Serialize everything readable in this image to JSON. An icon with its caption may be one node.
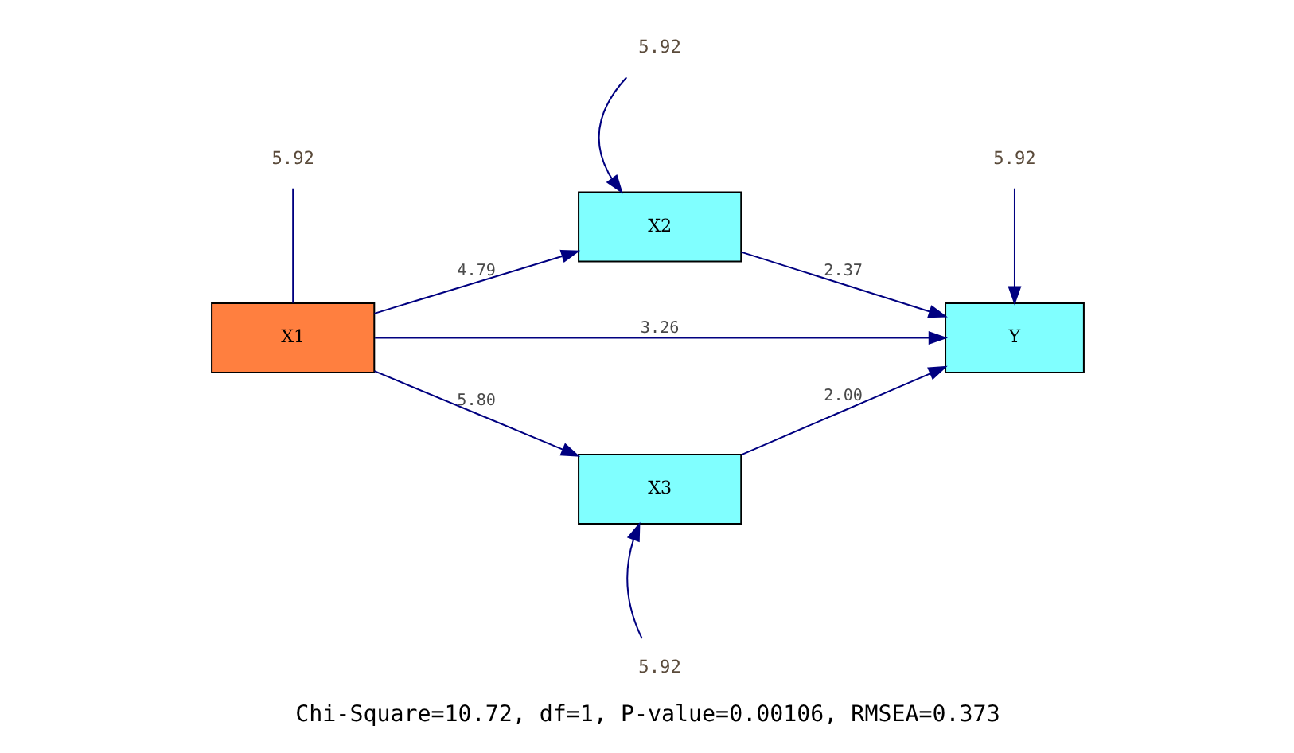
{
  "diagram": {
    "caption": "Chi-Square=10.72, df=1, P-value=0.00106, RMSEA=0.373",
    "nodes": [
      {
        "text": [
          "5.92"
        ]
      },
      {
        "text": [
          "X1"
        ]
      },
      {
        "text": [
          "5.92"
        ]
      },
      {
        "text": [
          "X2"
        ]
      },
      {
        "text": [
          "5.92"
        ]
      },
      {
        "text": [
          "Y"
        ]
      },
      {
        "text": [
          "X3"
        ]
      },
      {
        "text": [
          "5.92"
        ]
      }
    ],
    "edges": [
      {
        "from": 0,
        "to": 1,
        "arrow": "none"
      },
      {
        "from": 2,
        "to": 3,
        "arrow": "to"
      },
      {
        "from": 4,
        "to": 5,
        "arrow": "to"
      },
      {
        "from": 7,
        "to": 6,
        "arrow": "to"
      },
      {
        "from": 1,
        "to": 3,
        "arrow": "to",
        "label": "4.79"
      },
      {
        "from": 1,
        "to": 5,
        "arrow": "to",
        "label": "3.26"
      },
      {
        "from": 1,
        "to": 6,
        "arrow": "to",
        "label": "5.80"
      },
      {
        "from": 3,
        "to": 5,
        "arrow": "to",
        "label": "2.37"
      },
      {
        "from": 6,
        "to": 5,
        "arrow": "to",
        "label": "2.00"
      }
    ]
  }
}
